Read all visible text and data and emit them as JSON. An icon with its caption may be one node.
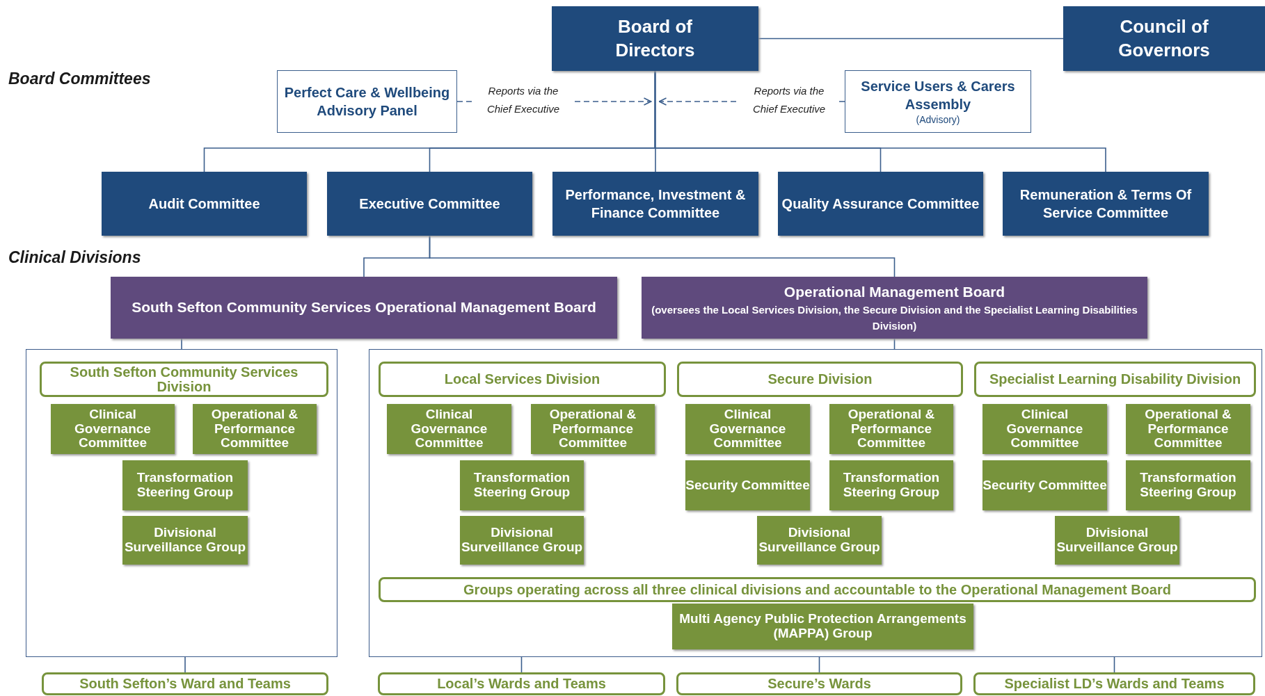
{
  "diagram": {
    "nodes": [
      {
        "text": [
          "Board of Directors"
        ]
      },
      {
        "text": [
          "Council of Governors"
        ]
      },
      {
        "text": [
          "Perfect Care & Wellbeing Advisory Panel"
        ]
      },
      {
        "text": [
          "Service Users & Carers Assembly",
          "(Advisory)"
        ]
      },
      {
        "text": [
          "Audit Committee"
        ]
      },
      {
        "text": [
          "Executive Committee"
        ]
      },
      {
        "text": [
          "Performance, Investment & Finance Committee"
        ]
      },
      {
        "text": [
          "Quality Assurance Committee"
        ]
      },
      {
        "text": [
          "Remuneration & Terms Of Service Committee"
        ]
      },
      {
        "text": [
          "South Sefton Community Services Operational Management Board"
        ]
      },
      {
        "text": [
          "Operational Management Board",
          "(oversees the Local Services Division, the Secure Division and the Specialist Learning Disabilities Division)"
        ]
      },
      {
        "text": [],
        "shape": "box"
      },
      {
        "text": [
          "South Sefton Community Services Division"
        ],
        "in": 11
      },
      {
        "text": [
          "Clinical Governance Committee"
        ],
        "in": 11
      },
      {
        "text": [
          "Operational & Performance Committee"
        ],
        "in": 11
      },
      {
        "text": [
          "Transformation Steering Group"
        ],
        "in": 11
      },
      {
        "text": [
          "Divisional Surveillance Group"
        ],
        "in": 11
      },
      {
        "text": [],
        "shape": "box"
      },
      {
        "text": [
          "Local Services Division"
        ],
        "in": 17
      },
      {
        "text": [
          "Secure Division"
        ],
        "in": 17
      },
      {
        "text": [
          "Specialist Learning Disability Division"
        ],
        "in": 17
      },
      {
        "text": [
          "Clinical Governance Committee"
        ],
        "in": 17
      },
      {
        "text": [
          "Operational & Performance Committee"
        ],
        "in": 17
      },
      {
        "text": [
          "Transformation Steering Group"
        ],
        "in": 17
      },
      {
        "text": [
          "Divisional Surveillance Group"
        ],
        "in": 17
      },
      {
        "text": [
          "Clinical Governance Committee"
        ],
        "in": 17
      },
      {
        "text": [
          "Operational & Performance Committee"
        ],
        "in": 17
      },
      {
        "text": [
          "Security Committee"
        ],
        "in": 17
      },
      {
        "text": [
          "Transformation Steering Group"
        ],
        "in": 17
      },
      {
        "text": [
          "Divisional Surveillance Group"
        ],
        "in": 17
      },
      {
        "text": [
          "Clinical Governance Committee"
        ],
        "in": 17
      },
      {
        "text": [
          "Operational & Performance Committee"
        ],
        "in": 17
      },
      {
        "text": [
          "Security Committee"
        ],
        "in": 17
      },
      {
        "text": [
          "Transformation Steering Group"
        ],
        "in": 17
      },
      {
        "text": [
          "Divisional Surveillance Group"
        ],
        "in": 17
      },
      {
        "text": [
          "Groups operating across all three clinical divisions and accountable to the Operational Management Board"
        ],
        "in": 17
      },
      {
        "text": [
          "Multi Agency Public Protection Arrangements (MAPPA) Group"
        ],
        "in": 17
      },
      {
        "text": [
          "South Sefton’s Ward and Teams"
        ]
      },
      {
        "text": [
          "Local’s Wards and Teams"
        ]
      },
      {
        "text": [
          "Secure’s Wards"
        ]
      },
      {
        "text": [
          "Specialist LD’s Wards and Teams"
        ]
      }
    ],
    "edges": [
      {
        "from": 0,
        "to": 1,
        "arrow": "none"
      },
      {
        "from": 2,
        "to": 0,
        "arrow": "to",
        "style": "dashed",
        "label": "Reports via the Chief Executive"
      },
      {
        "from": 3,
        "to": 0,
        "arrow": "to",
        "style": "dashed",
        "label": "Reports via the Chief Executive"
      },
      {
        "from": 0,
        "to": 4,
        "arrow": "none"
      },
      {
        "from": 0,
        "to": 5,
        "arrow": "none"
      },
      {
        "from": 0,
        "to": 6,
        "arrow": "none"
      },
      {
        "from": 0,
        "to": 7,
        "arrow": "none"
      },
      {
        "from": 0,
        "to": 8,
        "arrow": "none"
      },
      {
        "from": 5,
        "to": 9,
        "arrow": "none"
      },
      {
        "from": 5,
        "to": 10,
        "arrow": "none"
      },
      {
        "from": 9,
        "to": 11,
        "arrow": "none"
      },
      {
        "from": 10,
        "to": 17,
        "arrow": "none"
      },
      {
        "from": 11,
        "to": 37,
        "arrow": "none"
      },
      {
        "from": 17,
        "to": 38,
        "arrow": "none"
      },
      {
        "from": 17,
        "to": 39,
        "arrow": "none"
      },
      {
        "from": 17,
        "to": 40,
        "arrow": "none"
      }
    ],
    "labels": [
      "Board Committees",
      "Clinical Divisions"
    ]
  }
}
